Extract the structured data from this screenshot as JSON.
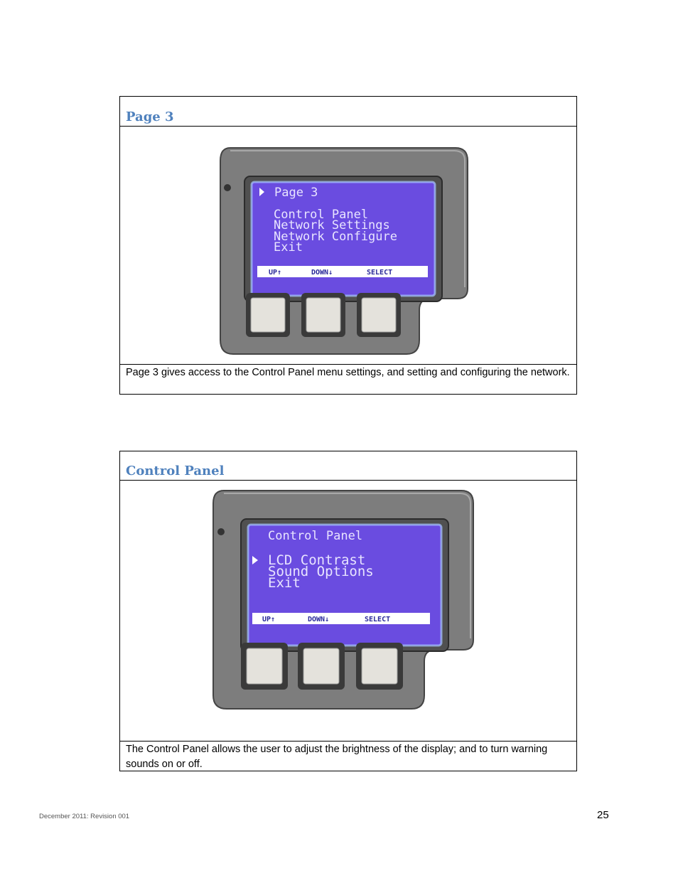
{
  "sections": [
    {
      "title": "Page 3",
      "caption": "Page 3 gives access to the Control Panel menu settings, and setting and configuring the network.",
      "lcd": {
        "title": "Page 3",
        "items": [
          "Control Panel",
          "Network Settings",
          "Network Configure",
          "Exit"
        ],
        "buttons": [
          "UP↑",
          "DOWN↓",
          "SELECT"
        ]
      }
    },
    {
      "title": "Control Panel",
      "caption": "The Control Panel allows the user to adjust the brightness of the display; and to turn warning sounds on or off.",
      "lcd": {
        "title": "Control Panel",
        "items": [
          "LCD Contrast",
          "Sound Options",
          "Exit"
        ],
        "buttons": [
          "UP↑",
          "DOWN↓",
          "SELECT"
        ]
      }
    }
  ],
  "footer": {
    "left": "December 2011: Revision 001",
    "page_number": "25"
  },
  "colors": {
    "heading": "#4f81bd",
    "lcd_background": "#6a4ce0",
    "lcd_bar": "#ffffff",
    "bezel": "#7d7d7d",
    "key": "#e4e2dc"
  }
}
